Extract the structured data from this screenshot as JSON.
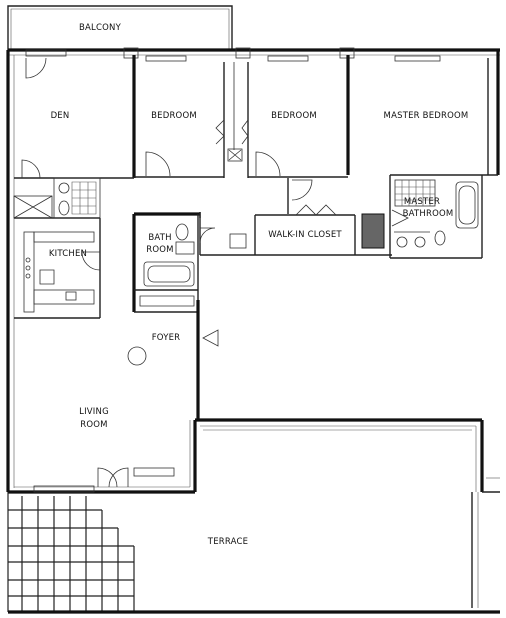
{
  "plan": {
    "rooms": {
      "balcony": "BALCONY",
      "den": "DEN",
      "bedroom_1": "BEDROOM",
      "bedroom_2": "BEDROOM",
      "master_bedroom": "MASTER BEDROOM",
      "kitchen": "KITCHEN",
      "bath_room_line1": "BATH",
      "bath_room_line2": "ROOM",
      "walk_in_closet": "WALK-IN CLOSET",
      "master_bathroom_line1": "MASTER",
      "master_bathroom_line2": "BATHROOM",
      "foyer": "FOYER",
      "living_room_line1": "LIVING",
      "living_room_line2": "ROOM",
      "terrace": "TERRACE"
    }
  }
}
